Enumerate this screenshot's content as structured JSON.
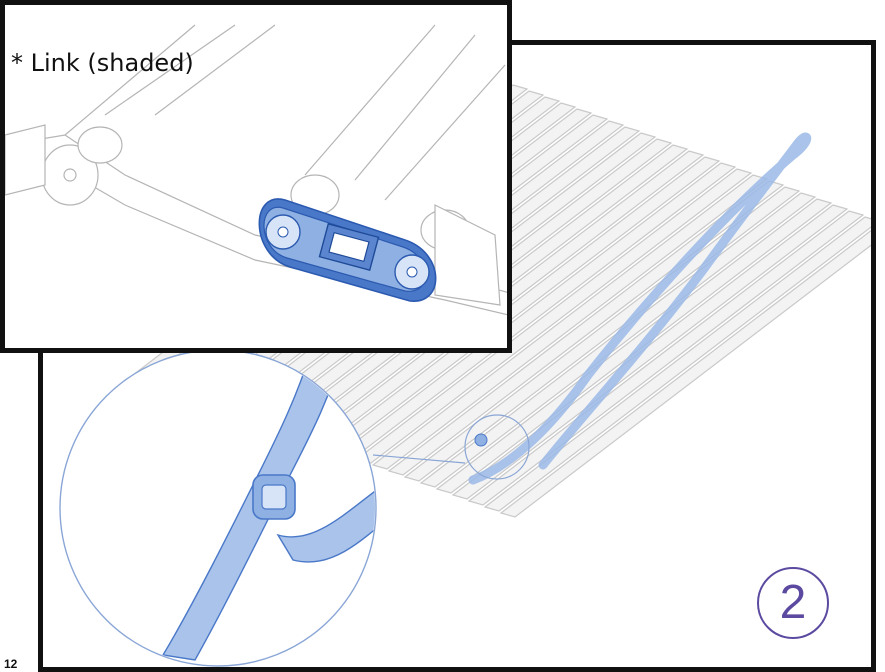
{
  "inset": {
    "caption": "* Link (shaded)"
  },
  "step": {
    "number": "2"
  },
  "page": {
    "number": "12"
  },
  "colors": {
    "highlight": "#4a78c8",
    "highlight_light": "#a9c3ea",
    "line": "#b5b5b5",
    "border": "#111111",
    "badge": "#5b4aa0"
  }
}
